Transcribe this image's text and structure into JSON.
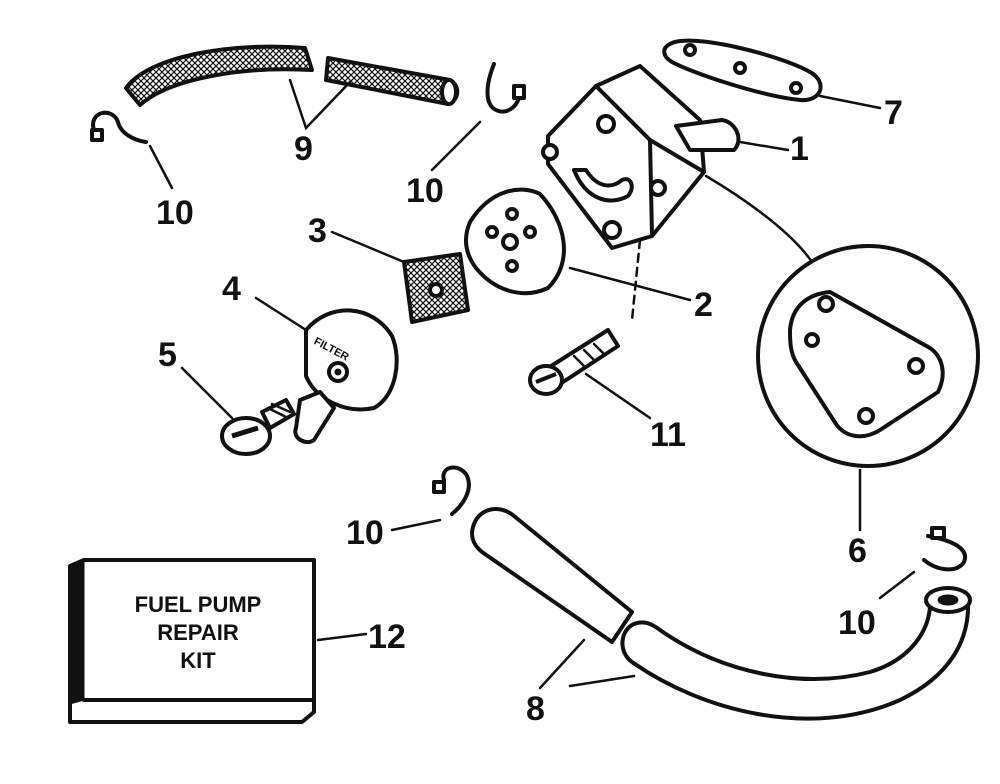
{
  "callouts": {
    "c1": "1",
    "c2": "2",
    "c3": "3",
    "c4": "4",
    "c5": "5",
    "c6": "6",
    "c7": "7",
    "c8": "8",
    "c9": "9",
    "c10": "10",
    "c11": "11",
    "c12": "12"
  },
  "kit_box": {
    "line1": "FUEL PUMP",
    "line2": "REPAIR",
    "line3": "KIT"
  },
  "filter_cover_text": "FILTER"
}
